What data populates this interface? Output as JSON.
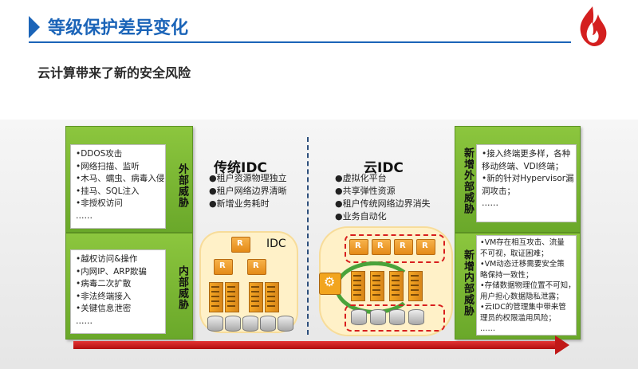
{
  "header": {
    "title": "等级保护差异变化"
  },
  "subtitle": "云计算带来了新的安全风险",
  "traditional": {
    "title": "传统IDC",
    "features": [
      "●租户资源物理独立",
      "●租户网络边界清晰",
      "●新增业务耗时"
    ],
    "idc_label": "IDC"
  },
  "cloud": {
    "title": "云IDC",
    "features": [
      "●虚拟化平台",
      "●共享弹性资源",
      "●租户传统网络边界消失",
      "●业务自动化"
    ]
  },
  "left_external": {
    "label": "外部威胁",
    "items": [
      "•DDOS攻击",
      "•网络扫描、监听",
      "•木马、蠕虫、病毒入侵",
      "•挂马、SQL注入",
      "•非授权访问",
      "……"
    ]
  },
  "left_internal": {
    "label": "内部威胁",
    "items": [
      "•越权访问&操作",
      "•内网IP、ARP欺骗",
      "•病毒二次扩散",
      "•非法终端接入",
      "•关键信息泄密",
      "……"
    ]
  },
  "right_external": {
    "label": "新增外部威胁",
    "items": [
      "•接入终端更多样，各种",
      "移动终端、VDI终端；",
      "•新的针对Hypervisor漏",
      "洞攻击；",
      "……"
    ]
  },
  "right_internal": {
    "label": "新增内部威胁",
    "items": [
      "•VM存在相互攻击、流量",
      "不可视，取证困难；",
      "•VM动态迁移需要安全策",
      "略保持一致性；",
      "•存储数据物理位置不可知，",
      "用户担心数据隐私泄露；",
      "•云IDC的管理集中带来管",
      "理员的权限滥用风险；",
      "……"
    ]
  },
  "colors": {
    "accent": "#1b64b8",
    "green": "#7bb833",
    "red": "#c01818",
    "orange": "#f5a623"
  },
  "icons": [
    "flame-logo-icon",
    "router-icon",
    "server-icon",
    "disk-icon",
    "gear-icon",
    "cycle-arrow-icon"
  ]
}
